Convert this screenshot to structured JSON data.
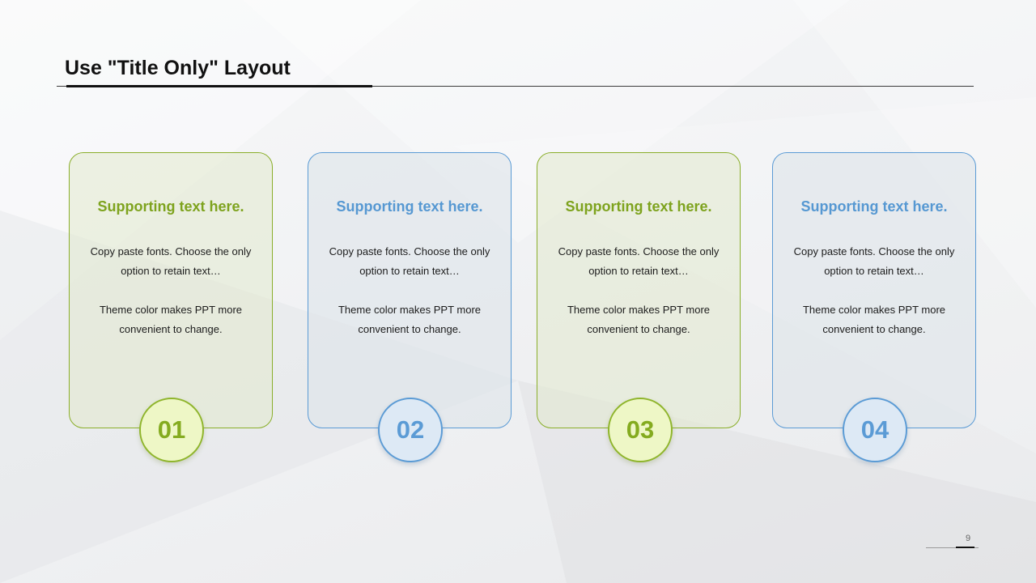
{
  "slide": {
    "title": "Use \"Title Only\" Layout",
    "page_number": "9"
  },
  "colors": {
    "green_accent": "#7ea31e",
    "blue_accent": "#5698d2",
    "green_badge_fill": "#eef7c6",
    "blue_badge_fill": "#dde9f5"
  },
  "cards": [
    {
      "number": "01",
      "heading": "Supporting text here.",
      "paragraph1": "Copy paste  fonts. Choose the only option to retain text…",
      "paragraph2": "Theme color makes PPT more convenient  to change."
    },
    {
      "number": "02",
      "heading": "Supporting text here.",
      "paragraph1": "Copy paste  fonts. Choose the only option to retain text…",
      "paragraph2": "Theme color makes PPT more convenient  to change."
    },
    {
      "number": "03",
      "heading": "Supporting text here.",
      "paragraph1": "Copy paste  fonts. Choose the only option to retain text…",
      "paragraph2": "Theme color makes PPT more convenient  to change."
    },
    {
      "number": "04",
      "heading": "Supporting text here.",
      "paragraph1": "Copy paste  fonts. Choose the only option to retain text…",
      "paragraph2": "Theme color makes PPT more convenient  to change."
    }
  ]
}
